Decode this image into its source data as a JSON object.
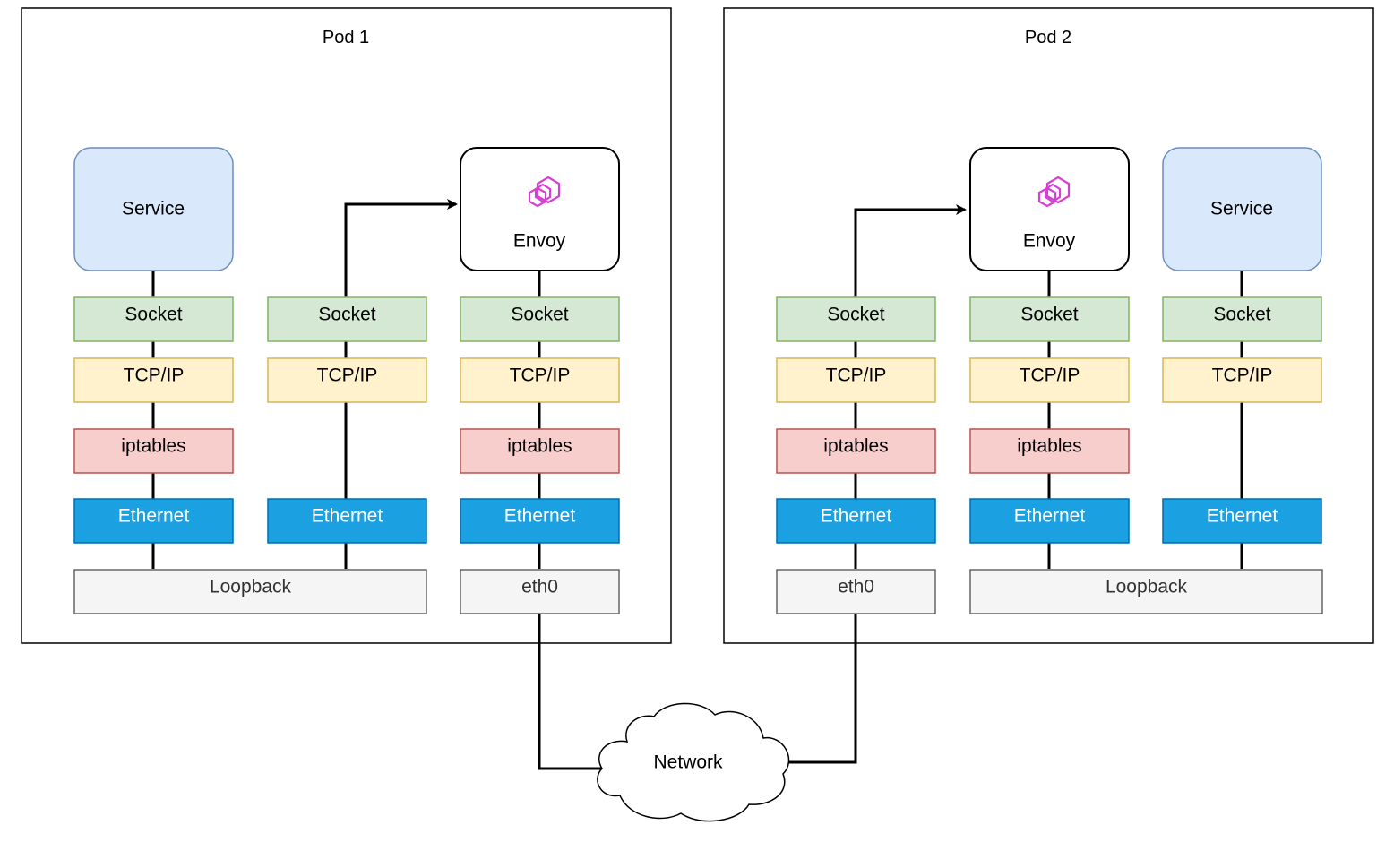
{
  "pods": [
    {
      "title": "Pod 1"
    },
    {
      "title": "Pod 2"
    }
  ],
  "labels": {
    "service": "Service",
    "envoy": "Envoy",
    "socket": "Socket",
    "tcpip": "TCP/IP",
    "iptables": "iptables",
    "ethernet": "Ethernet",
    "loopback": "Loopback",
    "eth0": "eth0",
    "network": "Network"
  },
  "colors": {
    "service_fill": "#dae8fc",
    "service_stroke": "#6c8ebf",
    "socket_fill": "#d5e8d4",
    "socket_stroke": "#82b366",
    "tcpip_fill": "#fff2cc",
    "tcpip_stroke": "#d6b656",
    "iptables_fill": "#f8cecc",
    "iptables_stroke": "#b85450",
    "ethernet_fill": "#1ba1e2",
    "ethernet_stroke": "#006eaf",
    "iface_fill": "#f5f5f5",
    "iface_stroke": "#666666",
    "envoy_logo": "#d63fd3"
  }
}
